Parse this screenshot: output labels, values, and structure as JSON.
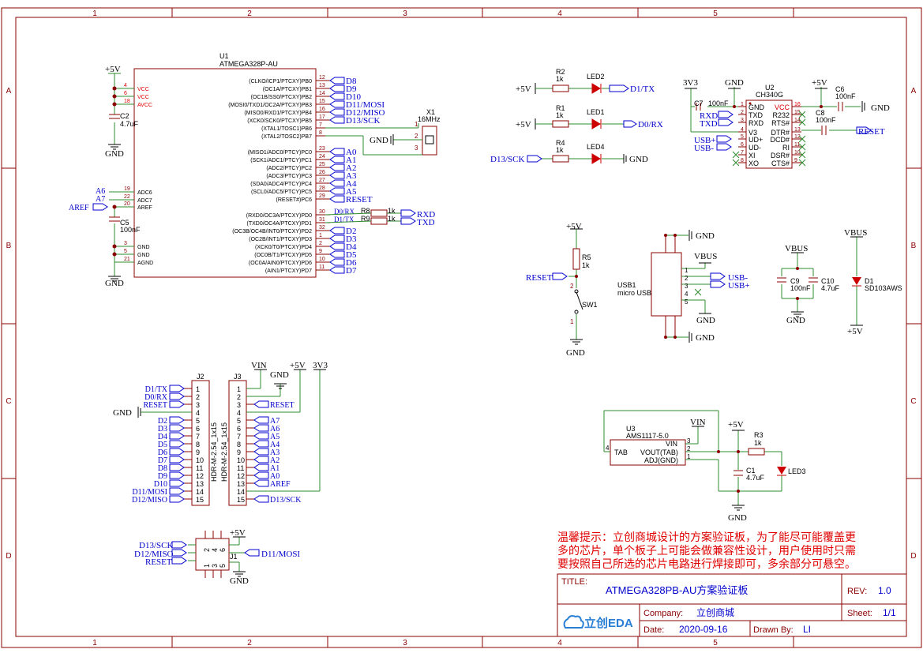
{
  "frame": {
    "cols": [
      "1",
      "2",
      "3",
      "4",
      "5"
    ],
    "rows": [
      "A",
      "B",
      "C",
      "D"
    ]
  },
  "u1": {
    "ref": "U1",
    "part": "ATMEGA328P-AU",
    "left_pins": [
      {
        "name": "VCC",
        "num": "4"
      },
      {
        "name": "VCC",
        "num": "6"
      },
      {
        "name": "AVCC",
        "num": "18"
      },
      {
        "name": "ADC6",
        "num": "19"
      },
      {
        "name": "ADC7",
        "num": "22"
      },
      {
        "name": "AREF",
        "num": "20"
      },
      {
        "name": "GND",
        "num": "3"
      },
      {
        "name": "GND",
        "num": "5"
      },
      {
        "name": "AGND",
        "num": "21"
      }
    ],
    "right_pins": [
      {
        "name": "(CLKO/ICP1/PTCXY)PB0",
        "num": "12",
        "net": "D8"
      },
      {
        "name": "(OC1A/PTCXY)PB1",
        "num": "13",
        "net": "D9"
      },
      {
        "name": "(OC1B/SS0/PTCXY)PB2",
        "num": "14",
        "net": "D10"
      },
      {
        "name": "(MOSI0/TXD1/OC2A/PTCXY)PB3",
        "num": "15",
        "net": "D11/MOSI"
      },
      {
        "name": "(MISO0/RXD1/PTCXY)PB4",
        "num": "16",
        "net": "D12/MISO"
      },
      {
        "name": "(XCK0/SCK0/PTCXY)PB5",
        "num": "17",
        "net": "D13/SCK"
      },
      {
        "name": "(XTAL1/TOSC1)PB6",
        "num": "7",
        "net": ""
      },
      {
        "name": "(XTAL2/TOSC2)PB7",
        "num": "8",
        "net": ""
      },
      {
        "name": "(MISO1/ADC0/PTCY)PC0",
        "num": "23",
        "net": "A0"
      },
      {
        "name": "(SCK1/ADC1/PTCY)PC1",
        "num": "24",
        "net": "A1"
      },
      {
        "name": "(ADC2/PTCY)PC2",
        "num": "25",
        "net": "A2"
      },
      {
        "name": "(ADC3/PTCY)PC3",
        "num": "26",
        "net": "A3"
      },
      {
        "name": "(SDA0/ADC4/PTCY)PC4",
        "num": "27",
        "net": "A4"
      },
      {
        "name": "(SCL0/ADC5/PTCY)PC5",
        "num": "28",
        "net": "A5"
      },
      {
        "name": "(RESET#)PC6",
        "num": "29",
        "net": "RESET"
      },
      {
        "name": "(RXD0/OC3A/PTCXY)PD0",
        "num": "30",
        "net": "D0/RX"
      },
      {
        "name": "(TXD0/OC4A/PTCXY)PD1",
        "num": "31",
        "net": "D1/TX"
      },
      {
        "name": "(OC3B/OC4B/INT0/PTCXY)PD2",
        "num": "32",
        "net": "D2"
      },
      {
        "name": "(OC2B/INT1/PTCXY)PD3",
        "num": "1",
        "net": "D3"
      },
      {
        "name": "(XCK0/T0/PTCXY)PD4",
        "num": "2",
        "net": "D4"
      },
      {
        "name": "(OC0B/T1/PTCXY)PD5",
        "num": "9",
        "net": "D5"
      },
      {
        "name": "(OC0A/AIN0/PTCXY)PD6",
        "num": "10",
        "net": "D6"
      },
      {
        "name": "(AIN1/PTCXY)PD7",
        "num": "11",
        "net": "D7"
      }
    ],
    "left_nets": {
      "a6": "A6",
      "a7": "A7",
      "aref": "AREF"
    }
  },
  "pwr": {
    "p5v": "+5V",
    "gnd": "GND",
    "p3v3": "3V3",
    "vbus": "VBUS",
    "vin": "VIN"
  },
  "caps": {
    "c2": {
      "ref": "C2",
      "val": "4.7uF"
    },
    "c5": {
      "ref": "C5",
      "val": "100nF"
    },
    "c7": {
      "ref": "C7",
      "val": "100nF"
    },
    "c6": {
      "ref": "C6",
      "val": "100nF"
    },
    "c8": {
      "ref": "C8",
      "val": "100nF"
    },
    "c9": {
      "ref": "C9",
      "val": "100nF"
    },
    "c10": {
      "ref": "C10",
      "val": "4.7uF"
    },
    "c1": {
      "ref": "C1",
      "val": "4.7uF"
    }
  },
  "res": {
    "r8": {
      "ref": "R8",
      "val": "1k"
    },
    "r9": {
      "ref": "R9",
      "val": "1k"
    },
    "r2": {
      "ref": "R2",
      "val": "1k"
    },
    "r1": {
      "ref": "R1",
      "val": "1k"
    },
    "r4": {
      "ref": "R4",
      "val": "1k"
    },
    "r5": {
      "ref": "R5",
      "val": "1k"
    },
    "r3": {
      "ref": "R3",
      "val": "1k"
    }
  },
  "x1": {
    "ref": "X1",
    "val": "16MHz",
    "pins": [
      "1",
      "2",
      "3"
    ]
  },
  "leds": {
    "led2": "LED2",
    "led1": "LED1",
    "led4": "LED4",
    "led3": "LED3"
  },
  "nets": {
    "rx": "RXD",
    "tx": "TXD",
    "d1tx": "D1/TX",
    "d0rx": "D0/RX",
    "d13sck": "D13/SCK",
    "reset": "RESET",
    "usbp": "USB+",
    "usbm": "USB-",
    "d11mosi": "D11/MOSI",
    "d12miso": "D12/MISO"
  },
  "u2": {
    "ref": "U2",
    "part": "CH340G",
    "left": [
      {
        "name": "GND",
        "num": "1"
      },
      {
        "name": "TXD",
        "num": "2"
      },
      {
        "name": "RXD",
        "num": "3"
      },
      {
        "name": "V3",
        "num": "4"
      },
      {
        "name": "UD+",
        "num": "5"
      },
      {
        "name": "UD-",
        "num": "6"
      },
      {
        "name": "XI",
        "num": "7"
      },
      {
        "name": "XO",
        "num": "8"
      }
    ],
    "right": [
      {
        "name": "VCC",
        "num": "16"
      },
      {
        "name": "R232",
        "num": "15"
      },
      {
        "name": "RTS#",
        "num": "14"
      },
      {
        "name": "DTR#",
        "num": "13"
      },
      {
        "name": "DCD#",
        "num": "12"
      },
      {
        "name": "RI",
        "num": "11"
      },
      {
        "name": "DSR#",
        "num": "10"
      },
      {
        "name": "CTS#",
        "num": "9"
      }
    ]
  },
  "sw1": {
    "ref": "SW1",
    "pins": [
      "2",
      "1"
    ]
  },
  "usb1": {
    "ref": "USB1",
    "desc": "micro USB",
    "pins": [
      "1",
      "2",
      "3",
      "4",
      "5"
    ]
  },
  "d1": {
    "ref": "D1",
    "val": "SD103AWS"
  },
  "j2": {
    "ref": "J2",
    "desc": "HDR-M-2.54_1x15",
    "nets": [
      "D1/TX",
      "D0/RX",
      "RESET",
      "",
      "D2",
      "D3",
      "D4",
      "D5",
      "D6",
      "D7",
      "D8",
      "D9",
      "D10",
      "D11/MOSI",
      "D12/MISO"
    ],
    "pins": [
      "1",
      "2",
      "3",
      "4",
      "5",
      "6",
      "7",
      "8",
      "9",
      "10",
      "11",
      "12",
      "13",
      "14",
      "15"
    ]
  },
  "j3": {
    "ref": "J3",
    "desc": "HDR-M-2.54_1x15",
    "nets": [
      "",
      "",
      "RESET",
      "",
      "A7",
      "A6",
      "A5",
      "A4",
      "A3",
      "A2",
      "A1",
      "A0",
      "AREF",
      "",
      "D13/SCK"
    ],
    "pins": [
      "1",
      "2",
      "3",
      "4",
      "5",
      "6",
      "7",
      "8",
      "9",
      "10",
      "11",
      "12",
      "13",
      "14",
      "15"
    ]
  },
  "u3": {
    "ref": "U3",
    "part": "AMS1117-5.0",
    "tab": "TAB",
    "vin": "VIN",
    "vout": "VOUT(TAB)",
    "adj": "ADJ(GND)",
    "pins": {
      "tab": "4",
      "vin": "3",
      "vout": "2",
      "adj": "1"
    }
  },
  "j1": {
    "ref": "J1",
    "pins_top": [
      "2",
      "4",
      "6"
    ],
    "pins_bot": [
      "1",
      "3",
      "5"
    ]
  },
  "note": [
    "温馨提示：立创商城设计的方案验证板，为了能尽可能覆盖更",
    "多的芯片，单个板子上可能会做兼容性设计，用户使用时只需",
    "要按照自己所选的芯片电路进行焊接即可，多余部分可悬空。"
  ],
  "title_block": {
    "title_label": "TITLE:",
    "title": "ATMEGA328PB-AU方案验证板",
    "rev_label": "REV:",
    "rev": "1.0",
    "company_label": "Company:",
    "company": "立创商城",
    "sheet_label": "Sheet:",
    "sheet": "1/1",
    "date_label": "Date:",
    "date": "2020-09-16",
    "drawn_label": "Drawn By:",
    "drawn": "LI",
    "logo": "立创EDA"
  }
}
